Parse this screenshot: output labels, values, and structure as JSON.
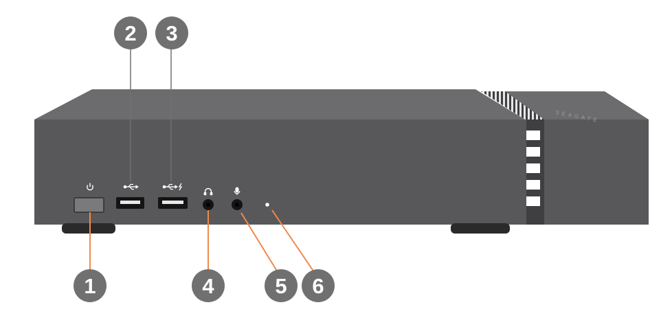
{
  "device": {
    "brand_label": "SEAGATE",
    "colors": {
      "body_front": "#58585a",
      "body_top": "#6c6c6e",
      "body_dark": "#3f3f41",
      "feet": "#2a2a2a",
      "port": "#141414",
      "port_inner": "#e8e8e8",
      "power_button": "#7a7a7c",
      "led": "#ffffff",
      "icon_white": "#ffffff"
    },
    "port_icons": [
      "power-icon",
      "usb-icon",
      "usb-charging-icon",
      "headphones-icon",
      "microphone-icon"
    ]
  },
  "callouts": {
    "color_badge": "#707070",
    "color_line_usb": "#707070",
    "color_line_orange": "#f08a4b",
    "items": [
      {
        "number": "1",
        "target": "power-button"
      },
      {
        "number": "2",
        "target": "usb-port"
      },
      {
        "number": "3",
        "target": "usb-charging-port"
      },
      {
        "number": "4",
        "target": "headphone-jack"
      },
      {
        "number": "5",
        "target": "microphone-jack"
      },
      {
        "number": "6",
        "target": "status-led"
      }
    ]
  }
}
